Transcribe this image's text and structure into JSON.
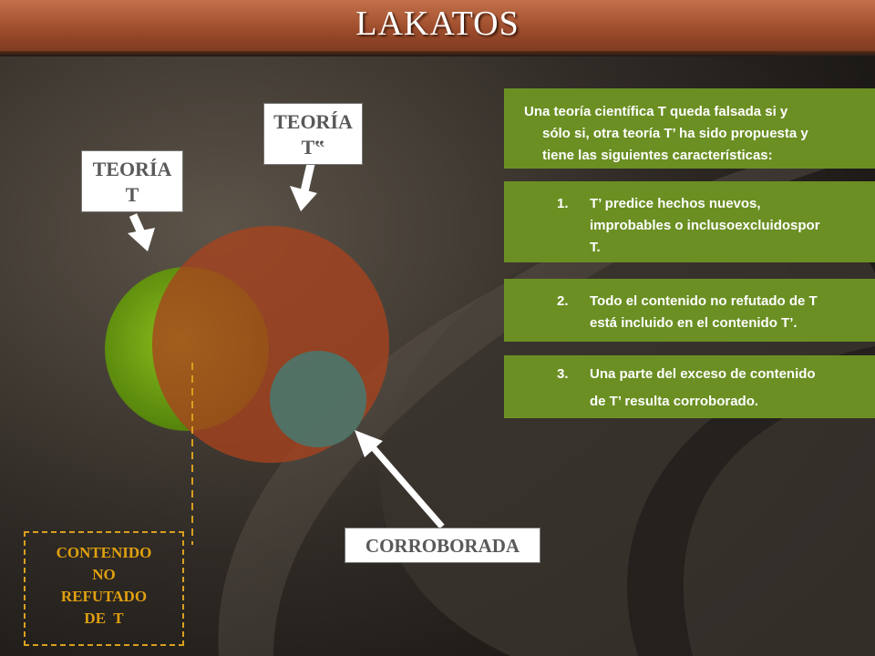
{
  "header": {
    "title": "LAKATOS"
  },
  "labels": {
    "theory_t": [
      "TEORÍA",
      "T"
    ],
    "theory_t_prime": [
      "TEORÍA",
      "T‟"
    ],
    "corroborated": "CORROBORADA",
    "unrefuted_content": [
      "CONTENIDO",
      "NO",
      "REFUTADO",
      "DE  T"
    ]
  },
  "panels": {
    "intro": [
      "Una teoría científica T queda falsada si y",
      "sólo si, otra teoría T’  ha sido propuesta y",
      "tiene las siguientes características:"
    ],
    "item1": {
      "num": "1.",
      "lines": [
        "T’ predice hechos nuevos,",
        "improbables o inclusoexcluidospor",
        "T."
      ]
    },
    "item2": {
      "num": "2.",
      "lines": [
        "Todo el contenido no refutado de T",
        "está incluido en el contenido T’."
      ]
    },
    "item3": {
      "num": "3.",
      "lines": [
        "Una parte del exceso de contenido",
        "de T’ resulta corroborado."
      ]
    }
  },
  "colors": {
    "panel_green": "#6b8f23",
    "circle_t": "#6a9a10",
    "circle_t_prime": "#a8421e",
    "circle_corroborated": "#4e7468",
    "dashed_accent": "#d8a020"
  }
}
